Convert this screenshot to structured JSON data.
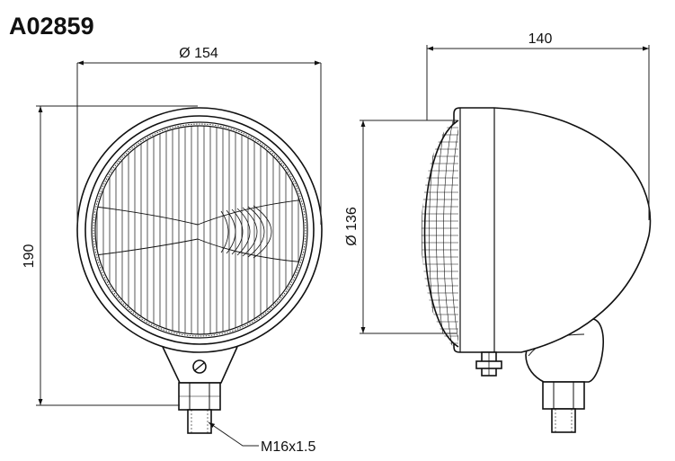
{
  "part_number": "A02859",
  "dimensions": {
    "front_diameter": "Ø 154",
    "front_height": "190",
    "side_depth": "140",
    "side_diameter": "Ø 136",
    "thread": "M16x1.5"
  },
  "colors": {
    "line": "#111111",
    "dimension_line": "#222222",
    "background": "#ffffff"
  }
}
